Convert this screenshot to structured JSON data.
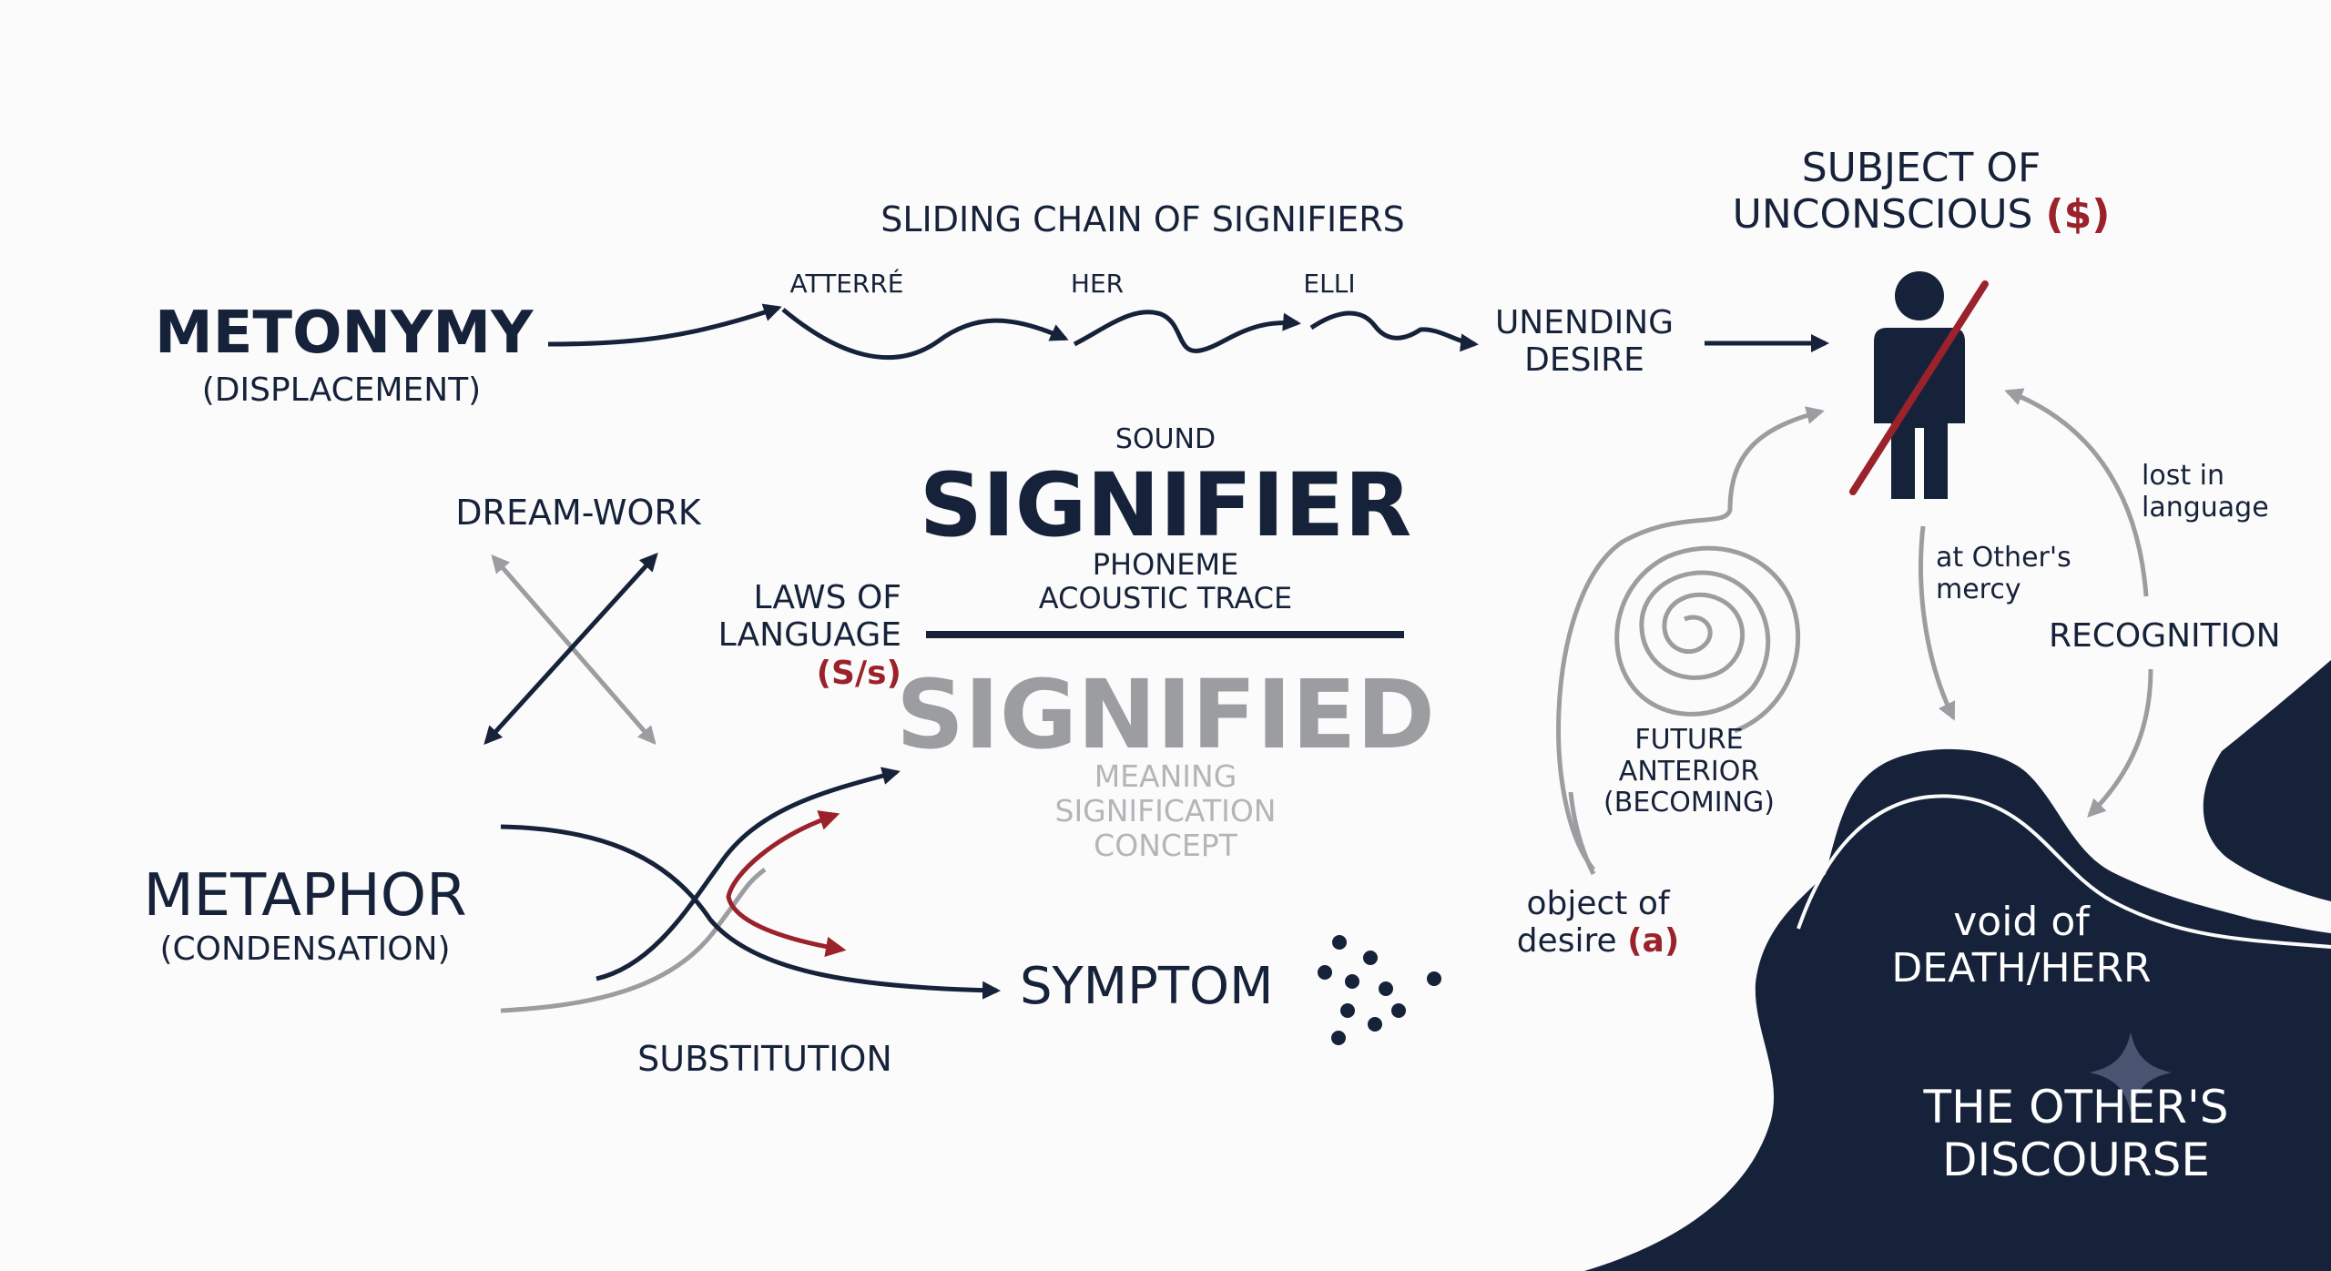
{
  "metonymy": {
    "title": "METONYMY",
    "subtitle": "(DISPLACEMENT)"
  },
  "chain": {
    "title": "SLIDING CHAIN OF SIGNIFIERS",
    "words": [
      "ATTERRÉ",
      "HER",
      "ELLI"
    ],
    "result_line1": "UNENDING",
    "result_line2": "DESIRE"
  },
  "subject": {
    "title_line1": "SUBJECT OF",
    "title_line2": "UNCONSCIOUS",
    "symbol": "($)"
  },
  "dream_work": "DREAM-WORK",
  "laws": {
    "line1": "LAWS OF",
    "line2": "LANGUAGE",
    "symbol": "(S/s)"
  },
  "signifier": {
    "above": "SOUND",
    "title": "SIGNIFIER",
    "below_line1": "PHONEME",
    "below_line2": "ACOUSTIC TRACE"
  },
  "signified": {
    "title": "SIGNIFIED",
    "line1": "MEANING",
    "line2": "SIGNIFICATION",
    "line3": "CONCEPT"
  },
  "metaphor": {
    "title": "METAPHOR",
    "subtitle": "(CONDENSATION)"
  },
  "substitution": "SUBSTITUTION",
  "symptom": "SYMPTOM",
  "future": {
    "line1": "FUTURE",
    "line2": "ANTERIOR",
    "line3": "(BECOMING)"
  },
  "object": {
    "line1": "object of",
    "line2": "desire",
    "symbol": "(a)"
  },
  "mercy": {
    "line1": "at Other's",
    "line2": "mercy"
  },
  "lost": {
    "line1": "lost in",
    "line2": "language"
  },
  "recognition": "RECOGNITION",
  "void": {
    "line1": "void of",
    "line2": "DEATH/HERR"
  },
  "discourse": {
    "line1": "THE OTHER'S",
    "line2": "DISCOURSE"
  },
  "colors": {
    "navy": "#16223a",
    "red": "#9b222b",
    "grey": "#9c9da1",
    "background": "#fbfbfb"
  }
}
